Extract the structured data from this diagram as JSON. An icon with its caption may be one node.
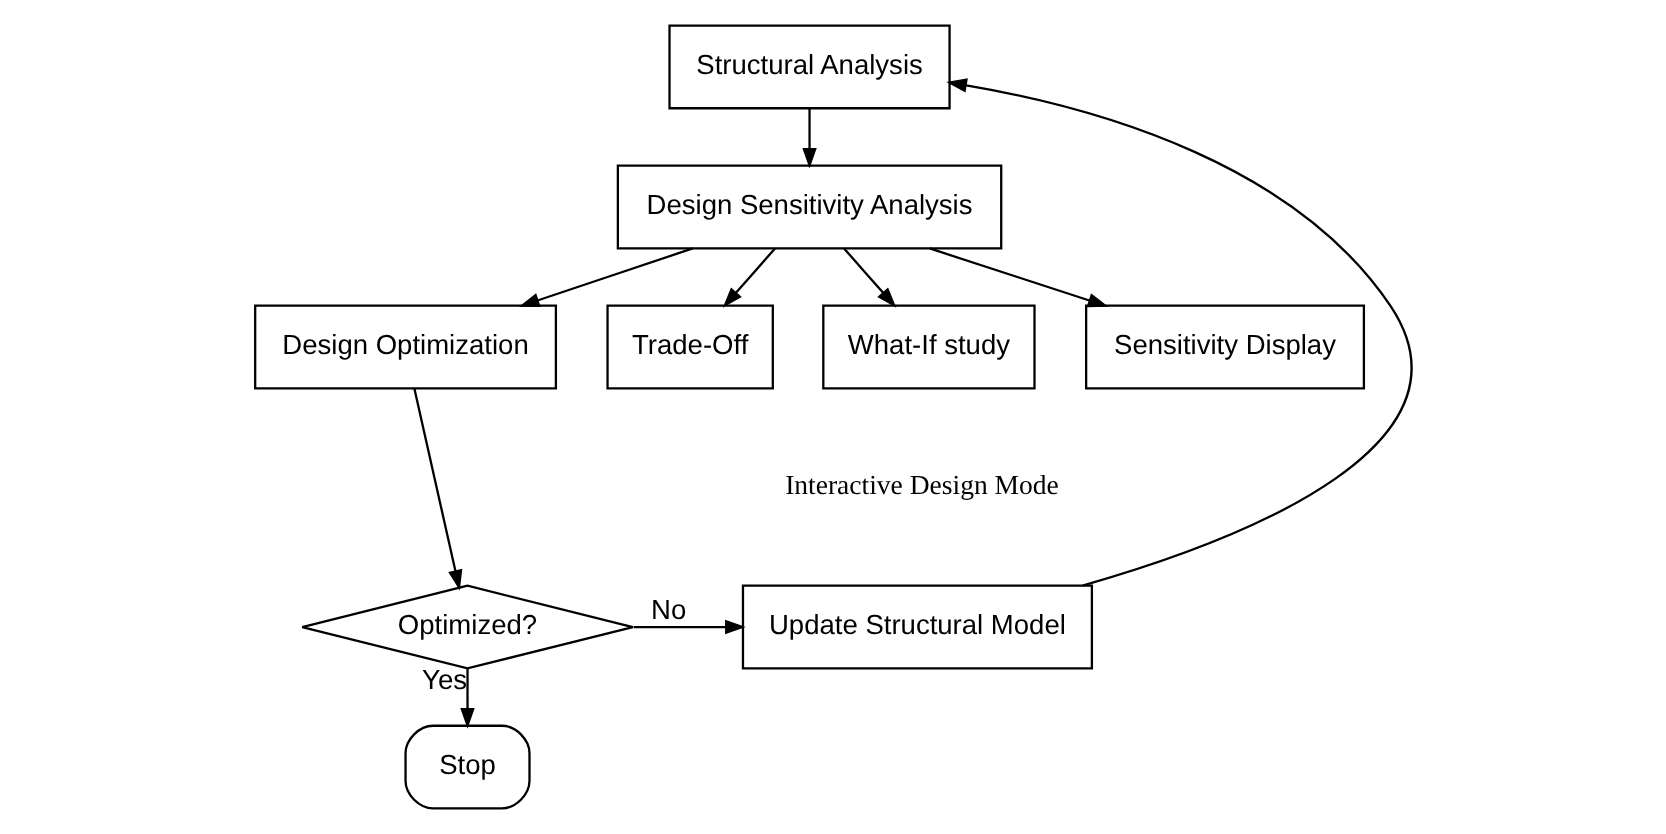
{
  "diagram": {
    "nodes": [
      {
        "text": [
          "Structural Analysis"
        ]
      },
      {
        "text": [
          "Design Sensitivity Analysis"
        ]
      },
      {
        "text": [
          "Sensitivity Display"
        ]
      },
      {
        "text": [
          "What-If study"
        ]
      },
      {
        "text": [
          "Trade-Off"
        ]
      },
      {
        "text": [
          "Design Optimization"
        ]
      },
      {
        "text": [
          "Optimized?"
        ]
      },
      {
        "text": [
          "Update Structural Model"
        ]
      },
      {
        "text": [
          "Stop"
        ]
      }
    ],
    "edges": [
      {
        "from": 0,
        "to": 1,
        "arrow": "to"
      },
      {
        "from": 1,
        "to": 2,
        "arrow": "to"
      },
      {
        "from": 1,
        "to": 3,
        "arrow": "to"
      },
      {
        "from": 1,
        "to": 4,
        "arrow": "to"
      },
      {
        "from": 1,
        "to": 5,
        "arrow": "to"
      },
      {
        "from": 5,
        "to": 6,
        "arrow": "to"
      },
      {
        "from": 6,
        "to": 7,
        "arrow": "to",
        "label": "No"
      },
      {
        "from": 6,
        "to": 8,
        "arrow": "to",
        "label": "Yes"
      },
      {
        "from": 7,
        "to": 0,
        "arrow": "to"
      }
    ],
    "labels": [
      "Interactive Design Mode"
    ]
  }
}
